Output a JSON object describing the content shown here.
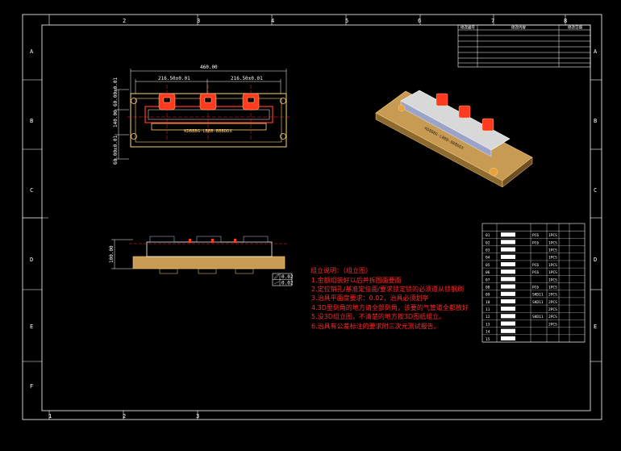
{
  "zones": {
    "top": [
      "2",
      "3",
      "4",
      "5",
      "6",
      "7",
      "8"
    ],
    "bottom": [
      "1",
      "2",
      "3"
    ],
    "side": [
      "A",
      "B",
      "C",
      "D",
      "E",
      "F"
    ]
  },
  "dimensions": {
    "overall_width": "460.00",
    "left_pitch": "216.50±0.01",
    "right_pitch": "216.50±0.01",
    "height_top": "60.00±0.01",
    "height_mid": "140.00",
    "height_bottom": "60.00±0.01",
    "side_height": "100.00"
  },
  "part_label": "KDBBBG-LBBB-BBBDDX",
  "tolerance_frame": {
    "flatness": "0.02",
    "parallel": "0.02"
  },
  "notes": {
    "title": "组立说明：（组立图）",
    "items": [
      "1.金额组装好以后并拆图面要而",
      "2.定位销孔/基准定位面/要求锁定锁的必须遵从锁钢刷",
      "3.治具平面度要求：0.02，治具必须划亭",
      "4.3D里倒角的地方请全部倒角，该要的气管道全都放好",
      "5.没3D组立图，不清楚的地方按3D图纸组立。",
      "6.治具有公差标注的要求附三次元测试报告。"
    ]
  },
  "revision_table": {
    "col1": "修改编号",
    "col2": "修改内容",
    "col3": "修改日期"
  },
  "bom": {
    "rows": [
      {
        "no": "01",
        "mat": "PC6",
        "qty": "1PCS"
      },
      {
        "no": "02",
        "mat": "PC6",
        "qty": "1PCS"
      },
      {
        "no": "03",
        "mat": "",
        "qty": "1PCS"
      },
      {
        "no": "04",
        "mat": "",
        "qty": "1PCS"
      },
      {
        "no": "05",
        "mat": "PC6",
        "qty": "1PCS"
      },
      {
        "no": "06",
        "mat": "PC6",
        "qty": "1PCS"
      },
      {
        "no": "07",
        "mat": "",
        "qty": "1PCS"
      },
      {
        "no": "08",
        "mat": "PC6",
        "qty": "1PCS"
      },
      {
        "no": "09",
        "mat": "SKD11",
        "qty": "2PCS"
      },
      {
        "no": "10",
        "mat": "SKD11",
        "qty": "2PCS"
      },
      {
        "no": "11",
        "mat": "",
        "qty": "2PCS"
      },
      {
        "no": "12",
        "mat": "SKD11",
        "qty": "2PCS"
      },
      {
        "no": "13",
        "mat": "",
        "qty": "2PCS"
      },
      {
        "no": "14",
        "mat": "",
        "qty": ""
      },
      {
        "no": "15",
        "mat": "",
        "qty": ""
      }
    ]
  },
  "colors": {
    "frame": "#ffffff",
    "part": "#ffd27a",
    "detail": "#ff3a20",
    "centerline": "#ff2a2a",
    "note": "#ff2a2a",
    "fixture_dark": "#c89b55"
  }
}
